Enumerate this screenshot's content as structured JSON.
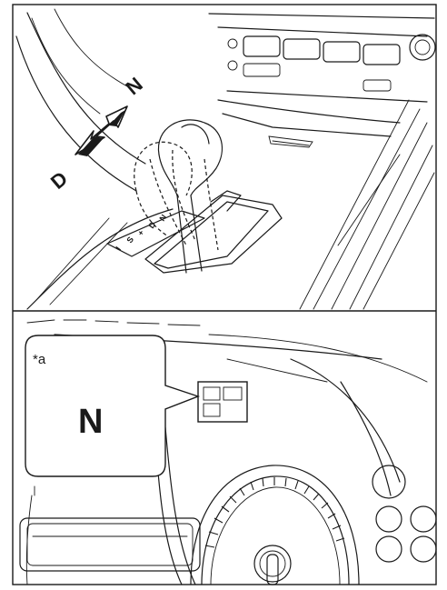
{
  "shift_diagram": {
    "direction_labels": {
      "n": "N",
      "d": "D"
    },
    "gate_labels": [
      "I",
      "S",
      "+",
      "D",
      "N"
    ]
  },
  "meter_callout": {
    "tag": "*a",
    "indicator": "N"
  }
}
